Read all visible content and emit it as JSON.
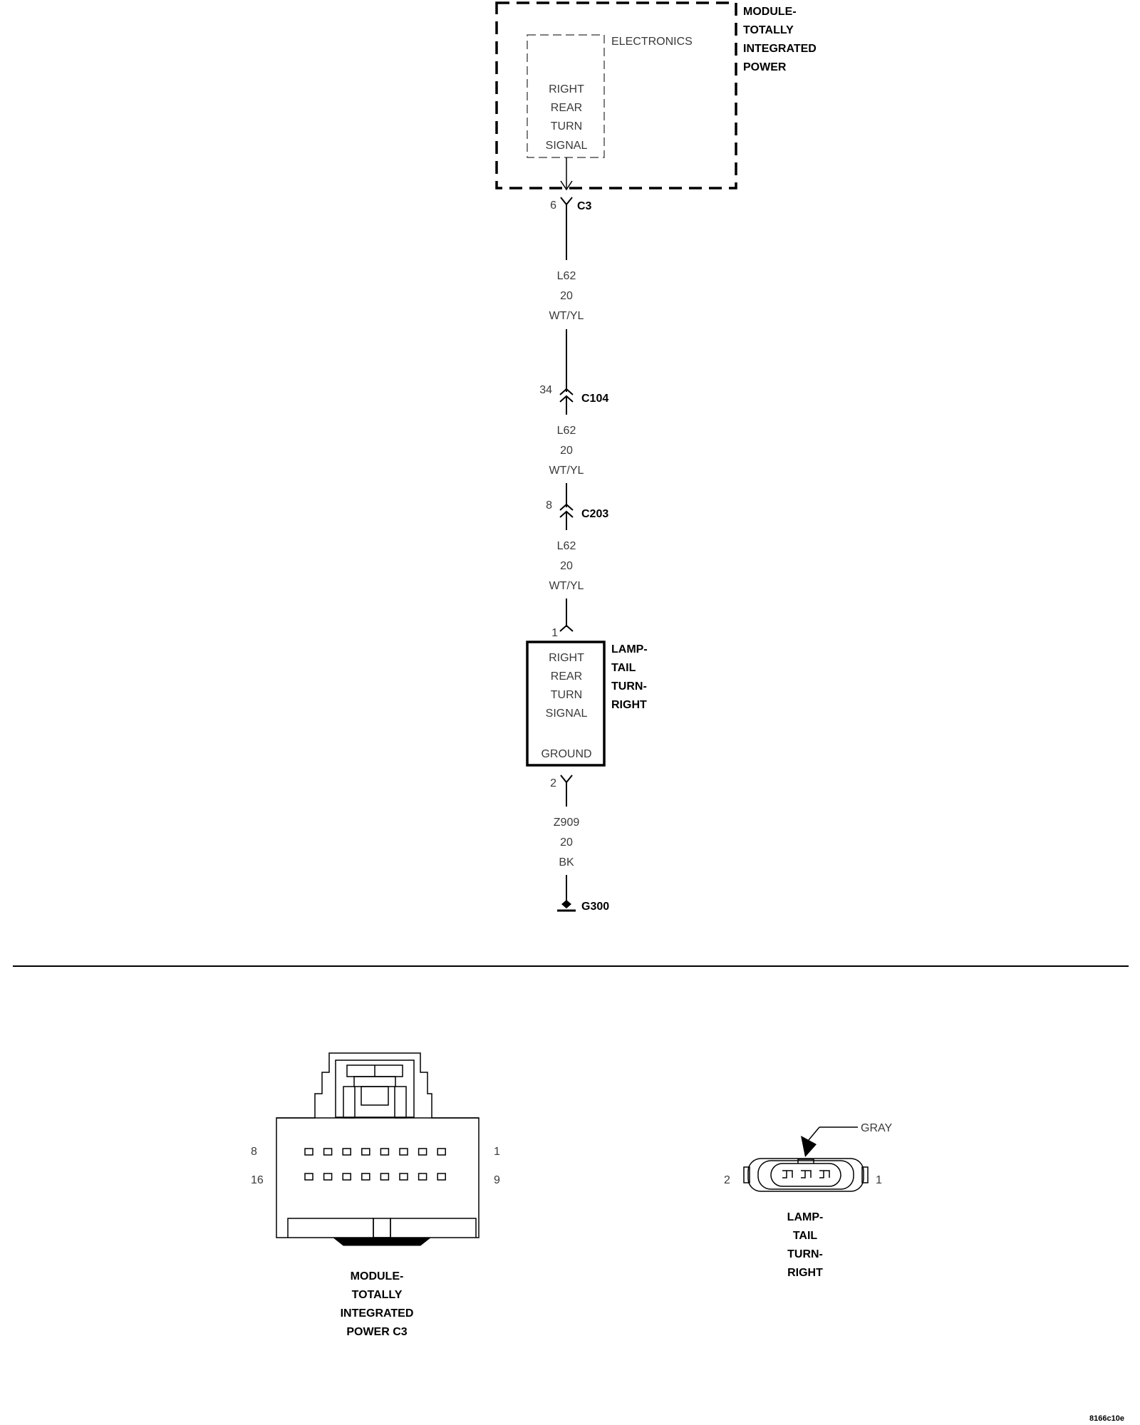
{
  "module": {
    "title_lines": [
      "MODULE-",
      "TOTALLY",
      "INTEGRATED",
      "POWER"
    ],
    "inner_title": "ELECTRONICS",
    "inner_lines": [
      "RIGHT",
      "REAR",
      "TURN",
      "SIGNAL"
    ]
  },
  "connectors": {
    "c3": {
      "pin": "6",
      "name": "C3"
    },
    "c104": {
      "pin": "34",
      "name": "C104"
    },
    "c203": {
      "pin": "8",
      "name": "C203"
    }
  },
  "wires": [
    {
      "circuit": "L62",
      "gauge": "20",
      "color": "WT/YL"
    },
    {
      "circuit": "L62",
      "gauge": "20",
      "color": "WT/YL"
    },
    {
      "circuit": "L62",
      "gauge": "20",
      "color": "WT/YL"
    },
    {
      "circuit": "Z909",
      "gauge": "20",
      "color": "BK"
    }
  ],
  "lamp": {
    "title_lines": [
      "LAMP-",
      "TAIL",
      "TURN-",
      "RIGHT"
    ],
    "inner_lines": [
      "RIGHT",
      "REAR",
      "TURN",
      "SIGNAL"
    ],
    "ground_label": "GROUND",
    "pin_top": "1",
    "pin_bottom": "2"
  },
  "ground": {
    "name": "G300"
  },
  "views": {
    "module_c3": {
      "pin_labels": {
        "top_left": "8",
        "top_right": "1",
        "bottom_left": "16",
        "bottom_right": "9"
      },
      "caption_lines": [
        "MODULE-",
        "TOTALLY",
        "INTEGRATED",
        "POWER C3"
      ]
    },
    "lamp_connector": {
      "color_label": "GRAY",
      "pin_left": "2",
      "pin_right": "1",
      "caption_lines": [
        "LAMP-",
        "TAIL",
        "TURN-",
        "RIGHT"
      ]
    }
  },
  "figure_id": "8166c10e"
}
